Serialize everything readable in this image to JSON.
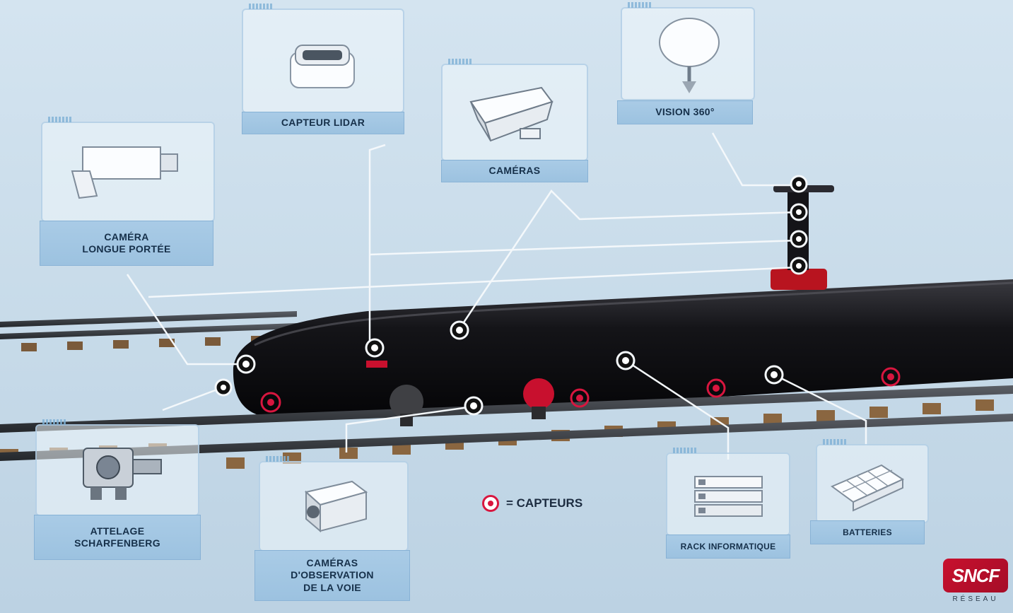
{
  "panels": {
    "lidar": {
      "label": "CAPTEUR LIDAR",
      "icon": "lidar-sensor-icon"
    },
    "cameras": {
      "label": "CAMÉRAS",
      "icon": "camera-box-icon"
    },
    "vision": {
      "label": "VISION 360°",
      "icon": "vision-dome-icon"
    },
    "long_range": {
      "label_line1": "CAMÉRA",
      "label_line2": "LONGUE PORTÉE",
      "icon": "long-range-camera-icon"
    },
    "coupling": {
      "label_line1": "ATTELAGE",
      "label_line2": "SCHARFENBERG",
      "icon": "coupler-icon"
    },
    "track_cams": {
      "label_line1": "CAMÉRAS",
      "label_line2": "D'OBSERVATION",
      "label_line3": "DE LA VOIE",
      "icon": "track-camera-icon"
    },
    "rack": {
      "label": "RACK INFORMATIQUE",
      "icon": "server-rack-icon"
    },
    "batteries": {
      "label": "BATTERIES",
      "icon": "battery-pack-icon"
    }
  },
  "legend": {
    "text": "= CAPTEURS"
  },
  "logo": {
    "name": "SNCF",
    "sub": "RÉSEAU"
  },
  "colors": {
    "sensor_red": "#d8163f",
    "train_body": "#0d0d10",
    "label_blue": "#a9cbe6"
  }
}
